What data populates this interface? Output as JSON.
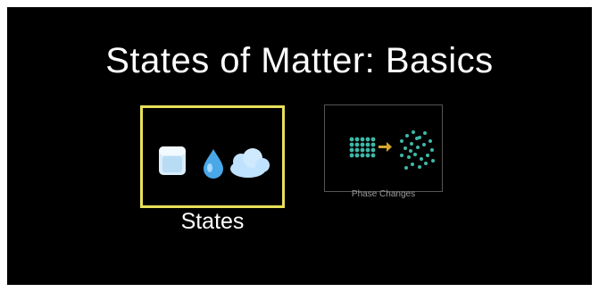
{
  "slide": {
    "title": "States of Matter: Basics",
    "background": "#000000"
  },
  "cards": {
    "states": {
      "label": "States",
      "border_color": "#e8e05a",
      "selected": true,
      "icons": [
        "ice-cube-icon",
        "water-drop-icon",
        "cloud-icon"
      ]
    },
    "phase_changes": {
      "label": "Phase Changes",
      "border_color": "#555555",
      "selected": false,
      "icons": [
        "solid-lattice-icon",
        "arrow-right-icon",
        "gas-particles-icon"
      ]
    }
  },
  "colors": {
    "title_text": "#ffffff",
    "particle": "#3fb8a8",
    "arrow": "#d4a62a",
    "ice": "#cfe6f8",
    "water": "#4aa8e8",
    "cloud": "#bfe3ff"
  }
}
